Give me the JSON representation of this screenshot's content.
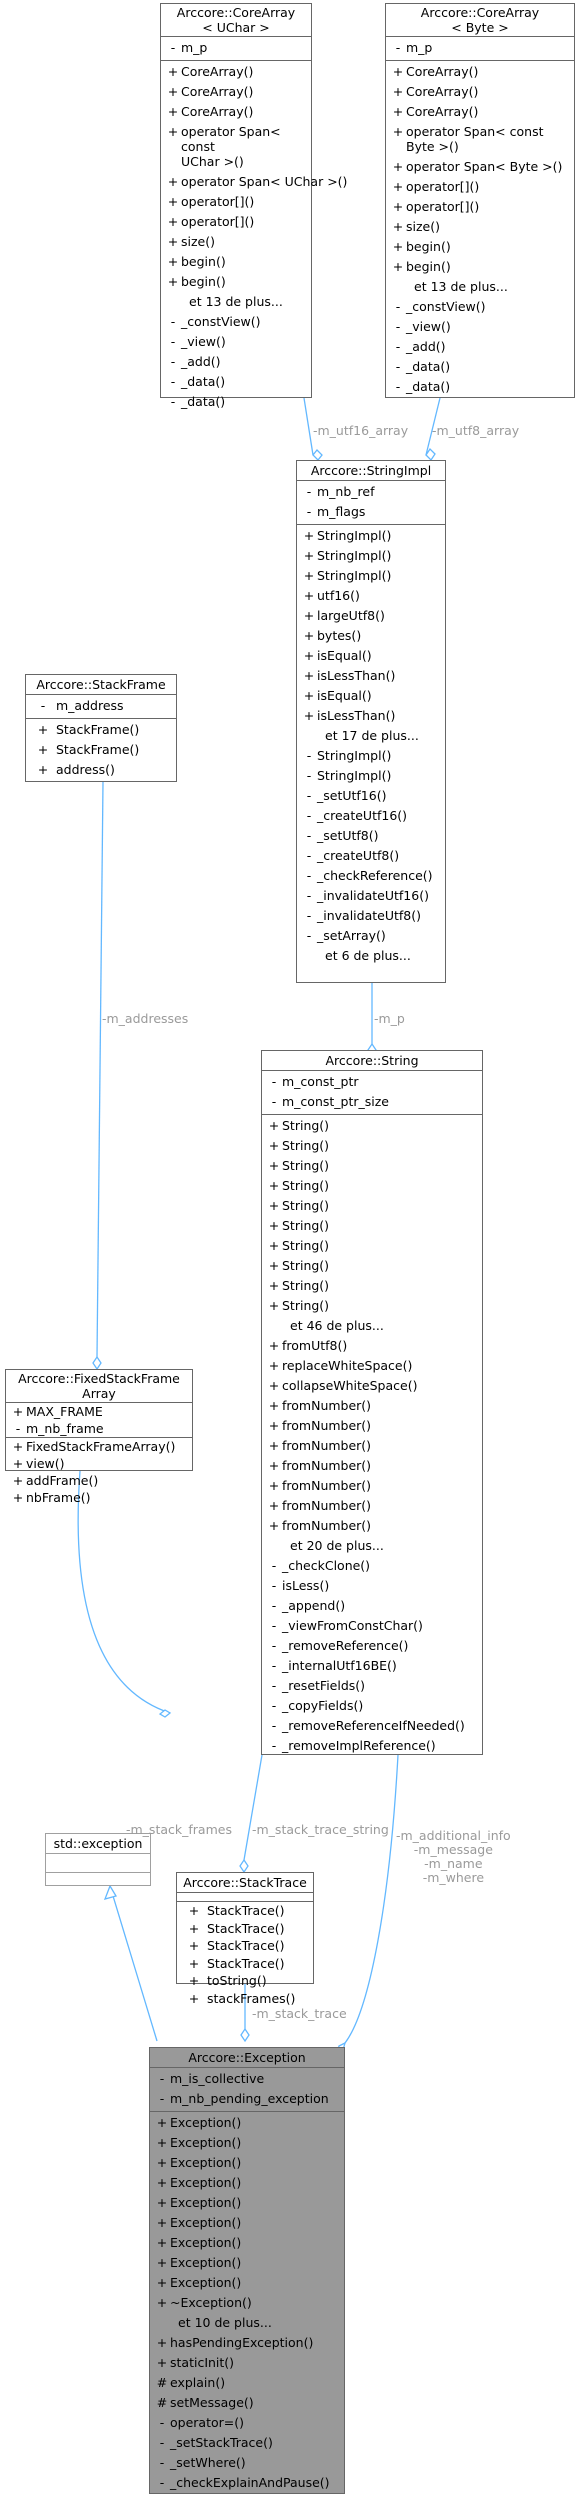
{
  "classes": {
    "core_uchar": {
      "title": "Arccore::CoreArray\n< UChar >",
      "attributes": [
        {
          "vis": "-",
          "name": "m_p"
        }
      ],
      "methods": [
        {
          "vis": "+",
          "name": "CoreArray()"
        },
        {
          "vis": "+",
          "name": "CoreArray()"
        },
        {
          "vis": "+",
          "name": "CoreArray()"
        },
        {
          "vis": "+",
          "name": "operator Span< const\nUChar >()"
        },
        {
          "vis": "+",
          "name": "operator Span< UChar >()"
        },
        {
          "vis": "+",
          "name": "operator[]()"
        },
        {
          "vis": "+",
          "name": "operator[]()"
        },
        {
          "vis": "+",
          "name": "size()"
        },
        {
          "vis": "+",
          "name": "begin()"
        },
        {
          "vis": "+",
          "name": "begin()"
        },
        {
          "vis": "",
          "name": "et 13 de plus..."
        },
        {
          "vis": "-",
          "name": "_constView()"
        },
        {
          "vis": "-",
          "name": "_view()"
        },
        {
          "vis": "-",
          "name": "_add()"
        },
        {
          "vis": "-",
          "name": "_data()"
        },
        {
          "vis": "-",
          "name": "_data()"
        }
      ]
    },
    "core_byte": {
      "title": "Arccore::CoreArray\n< Byte >",
      "attributes": [
        {
          "vis": "-",
          "name": "m_p"
        }
      ],
      "methods": [
        {
          "vis": "+",
          "name": "CoreArray()"
        },
        {
          "vis": "+",
          "name": "CoreArray()"
        },
        {
          "vis": "+",
          "name": "CoreArray()"
        },
        {
          "vis": "+",
          "name": "operator Span< const\nByte >()"
        },
        {
          "vis": "+",
          "name": "operator Span< Byte >()"
        },
        {
          "vis": "+",
          "name": "operator[]()"
        },
        {
          "vis": "+",
          "name": "operator[]()"
        },
        {
          "vis": "+",
          "name": "size()"
        },
        {
          "vis": "+",
          "name": "begin()"
        },
        {
          "vis": "+",
          "name": "begin()"
        },
        {
          "vis": "",
          "name": "et 13 de plus..."
        },
        {
          "vis": "-",
          "name": "_constView()"
        },
        {
          "vis": "-",
          "name": "_view()"
        },
        {
          "vis": "-",
          "name": "_add()"
        },
        {
          "vis": "-",
          "name": "_data()"
        },
        {
          "vis": "-",
          "name": "_data()"
        }
      ]
    },
    "string_impl": {
      "title": "Arccore::StringImpl",
      "attributes": [
        {
          "vis": "-",
          "name": "m_nb_ref"
        },
        {
          "vis": "-",
          "name": "m_flags"
        }
      ],
      "methods": [
        {
          "vis": "+",
          "name": "StringImpl()"
        },
        {
          "vis": "+",
          "name": "StringImpl()"
        },
        {
          "vis": "+",
          "name": "StringImpl()"
        },
        {
          "vis": "+",
          "name": "utf16()"
        },
        {
          "vis": "+",
          "name": "largeUtf8()"
        },
        {
          "vis": "+",
          "name": "bytes()"
        },
        {
          "vis": "+",
          "name": "isEqual()"
        },
        {
          "vis": "+",
          "name": "isLessThan()"
        },
        {
          "vis": "+",
          "name": "isEqual()"
        },
        {
          "vis": "+",
          "name": "isLessThan()"
        },
        {
          "vis": "",
          "name": "et 17 de plus..."
        },
        {
          "vis": "-",
          "name": "StringImpl()"
        },
        {
          "vis": "-",
          "name": "StringImpl()"
        },
        {
          "vis": "-",
          "name": "_setUtf16()"
        },
        {
          "vis": "-",
          "name": "_createUtf16()"
        },
        {
          "vis": "-",
          "name": "_setUtf8()"
        },
        {
          "vis": "-",
          "name": "_createUtf8()"
        },
        {
          "vis": "-",
          "name": "_checkReference()"
        },
        {
          "vis": "-",
          "name": "_invalidateUtf16()"
        },
        {
          "vis": "-",
          "name": "_invalidateUtf8()"
        },
        {
          "vis": "-",
          "name": "_setArray()"
        },
        {
          "vis": "",
          "name": "et 6 de plus..."
        }
      ]
    },
    "stack_frame": {
      "title": "Arccore::StackFrame",
      "attributes": [
        {
          "vis": "-",
          "name": "m_address"
        }
      ],
      "methods": [
        {
          "vis": "+",
          "name": "StackFrame()"
        },
        {
          "vis": "+",
          "name": "StackFrame()"
        },
        {
          "vis": "+",
          "name": "address()"
        }
      ]
    },
    "string": {
      "title": "Arccore::String",
      "attributes": [
        {
          "vis": "-",
          "name": "m_const_ptr"
        },
        {
          "vis": "-",
          "name": "m_const_ptr_size"
        }
      ],
      "methods": [
        {
          "vis": "+",
          "name": "String()"
        },
        {
          "vis": "+",
          "name": "String()"
        },
        {
          "vis": "+",
          "name": "String()"
        },
        {
          "vis": "+",
          "name": "String()"
        },
        {
          "vis": "+",
          "name": "String()"
        },
        {
          "vis": "+",
          "name": "String()"
        },
        {
          "vis": "+",
          "name": "String()"
        },
        {
          "vis": "+",
          "name": "String()"
        },
        {
          "vis": "+",
          "name": "String()"
        },
        {
          "vis": "+",
          "name": "String()"
        },
        {
          "vis": "",
          "name": "et 46 de plus..."
        },
        {
          "vis": "+",
          "name": "fromUtf8()"
        },
        {
          "vis": "+",
          "name": "replaceWhiteSpace()"
        },
        {
          "vis": "+",
          "name": "collapseWhiteSpace()"
        },
        {
          "vis": "+",
          "name": "fromNumber()"
        },
        {
          "vis": "+",
          "name": "fromNumber()"
        },
        {
          "vis": "+",
          "name": "fromNumber()"
        },
        {
          "vis": "+",
          "name": "fromNumber()"
        },
        {
          "vis": "+",
          "name": "fromNumber()"
        },
        {
          "vis": "+",
          "name": "fromNumber()"
        },
        {
          "vis": "+",
          "name": "fromNumber()"
        },
        {
          "vis": "",
          "name": "et 20 de plus..."
        },
        {
          "vis": "-",
          "name": "_checkClone()"
        },
        {
          "vis": "-",
          "name": "isLess()"
        },
        {
          "vis": "-",
          "name": "_append()"
        },
        {
          "vis": "-",
          "name": "_viewFromConstChar()"
        },
        {
          "vis": "-",
          "name": "_removeReference()"
        },
        {
          "vis": "-",
          "name": "_internalUtf16BE()"
        },
        {
          "vis": "-",
          "name": "_resetFields()"
        },
        {
          "vis": "-",
          "name": "_copyFields()"
        },
        {
          "vis": "-",
          "name": "_removeReferenceIfNeeded()"
        },
        {
          "vis": "-",
          "name": "_removeImplReference()"
        }
      ]
    },
    "fixed_stack": {
      "title": "Arccore::FixedStackFrame\nArray",
      "attributes": [
        {
          "vis": "+",
          "name": "MAX_FRAME"
        },
        {
          "vis": "-",
          "name": "m_nb_frame"
        }
      ],
      "methods": [
        {
          "vis": "+",
          "name": "FixedStackFrameArray()"
        },
        {
          "vis": "+",
          "name": "view()"
        },
        {
          "vis": "+",
          "name": "addFrame()"
        },
        {
          "vis": "+",
          "name": "nbFrame()"
        }
      ]
    },
    "std_exception": {
      "title": "std::exception"
    },
    "stack_trace": {
      "title": "Arccore::StackTrace",
      "attributes": [],
      "methods": [
        {
          "vis": "+",
          "name": "StackTrace()"
        },
        {
          "vis": "+",
          "name": "StackTrace()"
        },
        {
          "vis": "+",
          "name": "StackTrace()"
        },
        {
          "vis": "+",
          "name": "StackTrace()"
        },
        {
          "vis": "+",
          "name": "toString()"
        },
        {
          "vis": "+",
          "name": "stackFrames()"
        }
      ]
    },
    "exception": {
      "title": "Arccore::Exception",
      "attributes": [
        {
          "vis": "-",
          "name": "m_is_collective"
        },
        {
          "vis": "-",
          "name": "m_nb_pending_exception"
        }
      ],
      "methods": [
        {
          "vis": "+",
          "name": "Exception()"
        },
        {
          "vis": "+",
          "name": "Exception()"
        },
        {
          "vis": "+",
          "name": "Exception()"
        },
        {
          "vis": "+",
          "name": "Exception()"
        },
        {
          "vis": "+",
          "name": "Exception()"
        },
        {
          "vis": "+",
          "name": "Exception()"
        },
        {
          "vis": "+",
          "name": "Exception()"
        },
        {
          "vis": "+",
          "name": "Exception()"
        },
        {
          "vis": "+",
          "name": "Exception()"
        },
        {
          "vis": "+",
          "name": "~Exception()"
        },
        {
          "vis": "",
          "name": "et 10 de plus..."
        },
        {
          "vis": "+",
          "name": "hasPendingException()"
        },
        {
          "vis": "+",
          "name": "staticInit()"
        },
        {
          "vis": "#",
          "name": "explain()"
        },
        {
          "vis": "#",
          "name": "setMessage()"
        },
        {
          "vis": "-",
          "name": "operator=()"
        },
        {
          "vis": "-",
          "name": "_setStackTrace()"
        },
        {
          "vis": "-",
          "name": "_setWhere()"
        },
        {
          "vis": "-",
          "name": "_checkExplainAndPause()"
        }
      ]
    }
  },
  "edge_labels": {
    "utf16": "-m_utf16_array",
    "utf8": "-m_utf8_array",
    "p": "-m_p",
    "addresses": "-m_addresses",
    "stack_frames": "-m_stack_frames",
    "stack_trace_string": "-m_stack_trace_string",
    "additional_info": "-m_additional_info\n-m_message\n-m_name\n-m_where",
    "stack_trace": "-m_stack_trace"
  },
  "colors": {
    "edge": "#63b8ff",
    "border": "#666666",
    "label": "#9a9a9a",
    "highlight": "#999999"
  }
}
